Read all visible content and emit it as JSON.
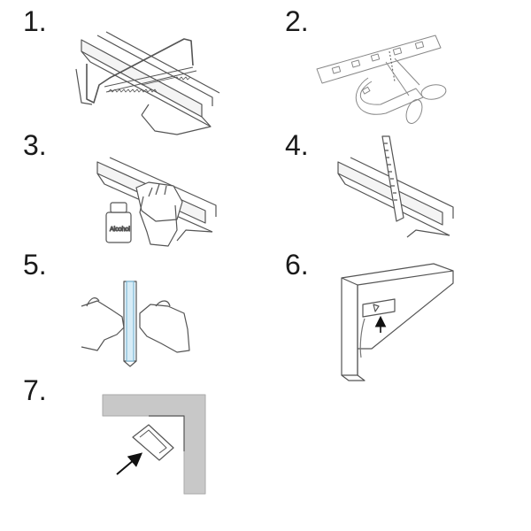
{
  "steps": [
    {
      "number": "1.",
      "icon": "hacksaw-cutting-profile-icon"
    },
    {
      "number": "2.",
      "icon": "scissors-cutting-led-strip-icon"
    },
    {
      "number": "3.",
      "icon": "cleaning-profile-with-alcohol-icon"
    },
    {
      "number": "4.",
      "icon": "inserting-led-strip-icon"
    },
    {
      "number": "5.",
      "icon": "pressing-diffuser-cover-icon"
    },
    {
      "number": "6.",
      "icon": "screw-mounting-clip-icon"
    },
    {
      "number": "7.",
      "icon": "corner-profile-placement-icon"
    }
  ],
  "bottle_label": "Alcohol",
  "colors": {
    "line": "#555555",
    "wall": "#c8c8c8",
    "arrow": "#111111"
  }
}
